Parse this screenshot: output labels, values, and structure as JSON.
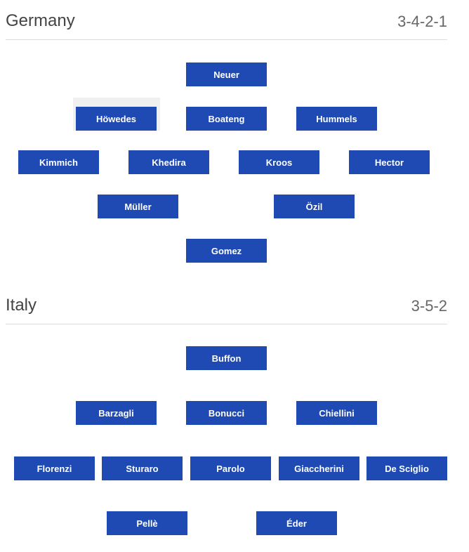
{
  "teams": [
    {
      "name": "Germany",
      "formation": "3-4-2-1",
      "players": [
        "Neuer",
        "Höwedes",
        "Boateng",
        "Hummels",
        "Kimmich",
        "Khedira",
        "Kroos",
        "Hector",
        "Müller",
        "Özil",
        "Gomez"
      ]
    },
    {
      "name": "Italy",
      "formation": "3-5-2",
      "players": [
        "Buffon",
        "Barzagli",
        "Bonucci",
        "Chiellini",
        "Florenzi",
        "Sturaro",
        "Parolo",
        "Giaccherini",
        "De Sciglio",
        "Pellè",
        "Éder"
      ]
    }
  ],
  "colors": {
    "player_bg": "#1f4ab3",
    "player_text": "#ffffff",
    "header_text": "#444444",
    "hover_bg": "#f0f0f0"
  }
}
